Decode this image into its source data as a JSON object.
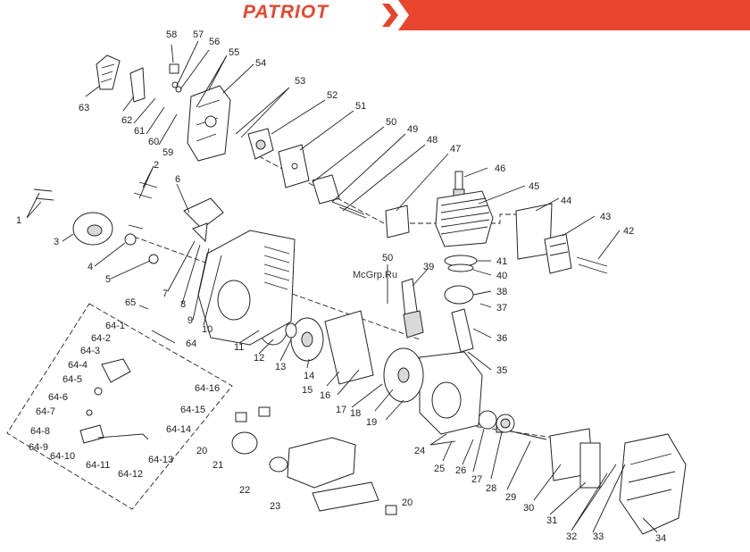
{
  "header": {
    "brand": "PATRIOT",
    "accent_color": "#e8452c"
  },
  "watermark": "McGrp.Ru",
  "callouts": [
    {
      "id": "1",
      "text": "1"
    },
    {
      "id": "2",
      "text": "2"
    },
    {
      "id": "3",
      "text": "3"
    },
    {
      "id": "4",
      "text": "4"
    },
    {
      "id": "5",
      "text": "5"
    },
    {
      "id": "6",
      "text": "6"
    },
    {
      "id": "7",
      "text": "7"
    },
    {
      "id": "8",
      "text": "8"
    },
    {
      "id": "9",
      "text": "9"
    },
    {
      "id": "10",
      "text": "10"
    },
    {
      "id": "11",
      "text": "11"
    },
    {
      "id": "12",
      "text": "12"
    },
    {
      "id": "13",
      "text": "13"
    },
    {
      "id": "14",
      "text": "14"
    },
    {
      "id": "15",
      "text": "15"
    },
    {
      "id": "16",
      "text": "16"
    },
    {
      "id": "17",
      "text": "17"
    },
    {
      "id": "18",
      "text": "18"
    },
    {
      "id": "19",
      "text": "19"
    },
    {
      "id": "20a",
      "text": "20"
    },
    {
      "id": "20b",
      "text": "20"
    },
    {
      "id": "21",
      "text": "21"
    },
    {
      "id": "22",
      "text": "22"
    },
    {
      "id": "23",
      "text": "23"
    },
    {
      "id": "24",
      "text": "24"
    },
    {
      "id": "25",
      "text": "25"
    },
    {
      "id": "26",
      "text": "26"
    },
    {
      "id": "27",
      "text": "27"
    },
    {
      "id": "28",
      "text": "28"
    },
    {
      "id": "29",
      "text": "29"
    },
    {
      "id": "30",
      "text": "30"
    },
    {
      "id": "31",
      "text": "31"
    },
    {
      "id": "32",
      "text": "32"
    },
    {
      "id": "33",
      "text": "33"
    },
    {
      "id": "34",
      "text": "34"
    },
    {
      "id": "35",
      "text": "35"
    },
    {
      "id": "36",
      "text": "36"
    },
    {
      "id": "37",
      "text": "37"
    },
    {
      "id": "38",
      "text": "38"
    },
    {
      "id": "39",
      "text": "39"
    },
    {
      "id": "40",
      "text": "40"
    },
    {
      "id": "41",
      "text": "41"
    },
    {
      "id": "42",
      "text": "42"
    },
    {
      "id": "43",
      "text": "43"
    },
    {
      "id": "44",
      "text": "44"
    },
    {
      "id": "45",
      "text": "45"
    },
    {
      "id": "46",
      "text": "46"
    },
    {
      "id": "47",
      "text": "47"
    },
    {
      "id": "48",
      "text": "48"
    },
    {
      "id": "49",
      "text": "49"
    },
    {
      "id": "50a",
      "text": "50"
    },
    {
      "id": "50b",
      "text": "50"
    },
    {
      "id": "51",
      "text": "51"
    },
    {
      "id": "52",
      "text": "52"
    },
    {
      "id": "53",
      "text": "53"
    },
    {
      "id": "54",
      "text": "54"
    },
    {
      "id": "55",
      "text": "55"
    },
    {
      "id": "56",
      "text": "56"
    },
    {
      "id": "57",
      "text": "57"
    },
    {
      "id": "58",
      "text": "58"
    },
    {
      "id": "59",
      "text": "59"
    },
    {
      "id": "60",
      "text": "60"
    },
    {
      "id": "61",
      "text": "61"
    },
    {
      "id": "62",
      "text": "62"
    },
    {
      "id": "63",
      "text": "63"
    },
    {
      "id": "64",
      "text": "64"
    },
    {
      "id": "65",
      "text": "65"
    },
    {
      "id": "64-1",
      "text": "64-1"
    },
    {
      "id": "64-2",
      "text": "64-2"
    },
    {
      "id": "64-3",
      "text": "64-3"
    },
    {
      "id": "64-4",
      "text": "64-4"
    },
    {
      "id": "64-5",
      "text": "64-5"
    },
    {
      "id": "64-6",
      "text": "64-6"
    },
    {
      "id": "64-7",
      "text": "64-7"
    },
    {
      "id": "64-8",
      "text": "64-8"
    },
    {
      "id": "64-9",
      "text": "64-9"
    },
    {
      "id": "64-10",
      "text": "64-10"
    },
    {
      "id": "64-11",
      "text": "64-11"
    },
    {
      "id": "64-12",
      "text": "64-12"
    },
    {
      "id": "64-13",
      "text": "64-13"
    },
    {
      "id": "64-14",
      "text": "64-14"
    },
    {
      "id": "64-15",
      "text": "64-15"
    },
    {
      "id": "64-16",
      "text": "64-16"
    }
  ]
}
